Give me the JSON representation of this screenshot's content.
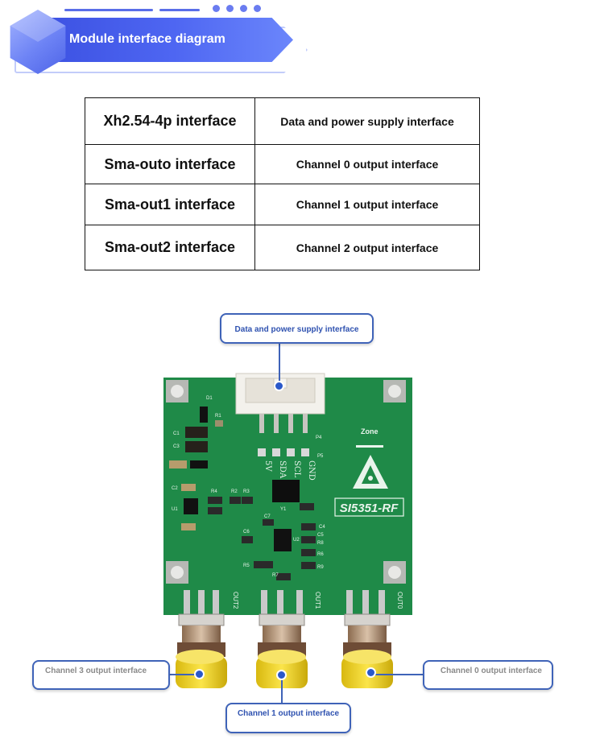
{
  "header": {
    "title": "Module interface diagram"
  },
  "table": {
    "rows": [
      {
        "name": "Xh2.54-4p interface",
        "desc": "Data and power supply interface"
      },
      {
        "name": "Sma-outo interface",
        "desc": "Channel 0 output interface"
      },
      {
        "name": "Sma-out1 interface",
        "desc": "Channel 1 output interface"
      },
      {
        "name": "Sma-out2 interface",
        "desc": "Channel 2 output interface"
      }
    ]
  },
  "callouts": {
    "top": "Data and power supply interface",
    "left": "Channel 3 output interface",
    "middle": "Channel 1 output interface",
    "right": "Channel 0 output interface"
  },
  "board": {
    "silkscreen": {
      "brand": "Zone",
      "model": "SI5351-RF",
      "pins": [
        "5V",
        "SDA",
        "SCL",
        "GND"
      ],
      "outputs": [
        "OUT2",
        "OUT1",
        "OUT0"
      ],
      "header_ref": "P4",
      "header_ref2": "P5",
      "components": [
        "D1",
        "R1",
        "C1",
        "C2",
        "C3",
        "U1",
        "R2",
        "R3",
        "R4",
        "R5",
        "R6",
        "R7",
        "R8",
        "R9",
        "C4",
        "C5",
        "C6",
        "C7",
        "Y1",
        "U2"
      ]
    }
  },
  "colors": {
    "banner": "#4e66f2",
    "callout_border": "#3f63b8",
    "pcb": "#1f8a48",
    "sma_gold": "#f0d21a"
  }
}
